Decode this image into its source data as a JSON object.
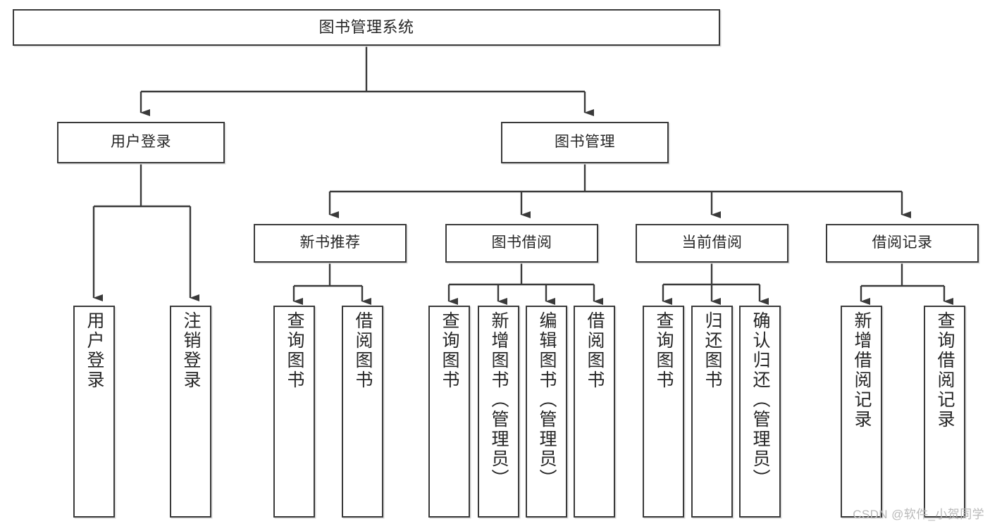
{
  "diagram": {
    "title": "图书管理系统",
    "type": "tree-hierarchy-chart",
    "root": {
      "label": "图书管理系统"
    },
    "level1": [
      {
        "label": "用户登录"
      },
      {
        "label": "图书管理"
      }
    ],
    "level2": [
      {
        "label": "新书推荐"
      },
      {
        "label": "图书借阅"
      },
      {
        "label": "当前借阅"
      },
      {
        "label": "借阅记录"
      }
    ],
    "leaves": {
      "user_login": [
        {
          "label": "用户登录"
        },
        {
          "label": "注销登录"
        }
      ],
      "new_book_recommend": [
        {
          "label": "查询图书"
        },
        {
          "label": "借阅图书"
        }
      ],
      "book_borrow": [
        {
          "label": "查询图书"
        },
        {
          "label": "新增图书（管理员）"
        },
        {
          "label": "编辑图书（管理员）"
        },
        {
          "label": "借阅图书"
        }
      ],
      "current_borrow": [
        {
          "label": "查询图书"
        },
        {
          "label": "归还图书"
        },
        {
          "label": "确认归还（管理员）"
        }
      ],
      "borrow_record": [
        {
          "label": "新增借阅记录"
        },
        {
          "label": "查询借阅记录"
        }
      ]
    }
  },
  "watermark": {
    "text": "CSDN @软件_小贺同学"
  },
  "colors": {
    "border": "#3a3a3a",
    "text": "#262626",
    "background": "#ffffff",
    "shadow": "#d9d9d9",
    "watermark": "#b9b9b9"
  }
}
